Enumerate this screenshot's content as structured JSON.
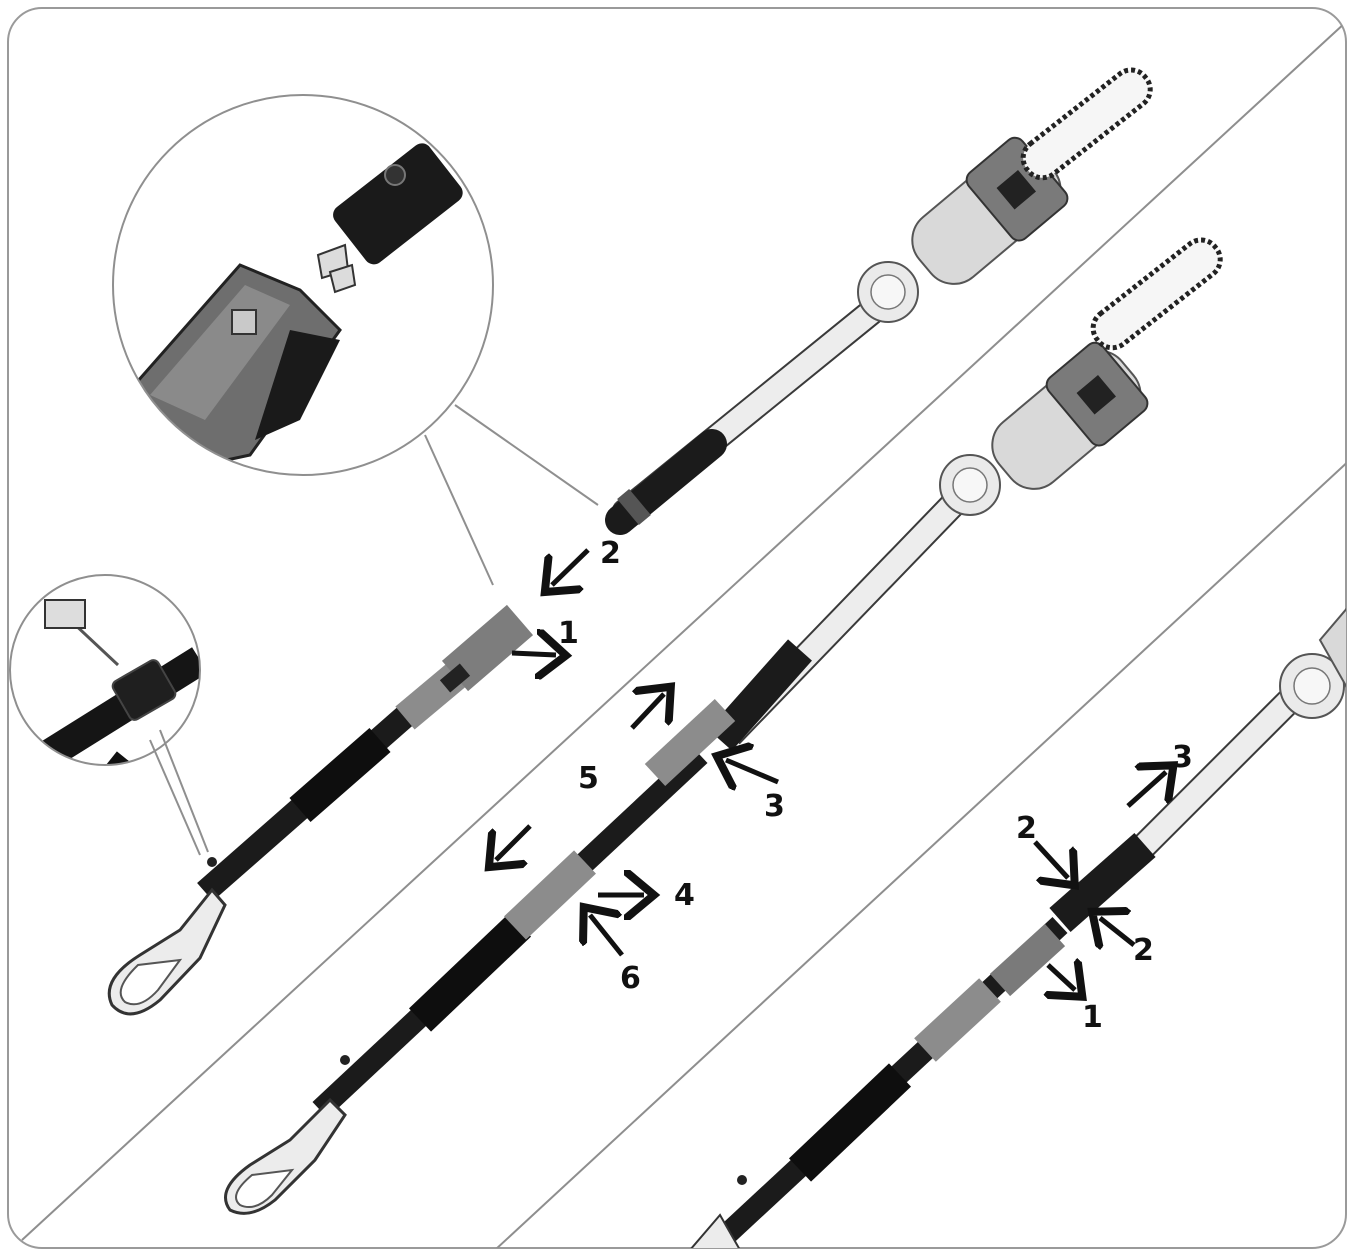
{
  "colors": {
    "frame": "#9a9a9a",
    "ink": "#111111",
    "pole_black": "#1b1b1b",
    "pole_silver": "#e9e9e9",
    "housing_light": "#d9d9d9",
    "housing_dark": "#7a7a7a",
    "clamp_grey": "#8c8c8c"
  },
  "panel1": {
    "labels": {
      "a": "2",
      "b": "1"
    },
    "detail_connector_icon": "battery-connector-detail",
    "detail_strap_icon": "shoulder-strap-hook-detail"
  },
  "panel2": {
    "labels": {
      "a": "5",
      "b": "3",
      "c": "4",
      "d": "6"
    }
  },
  "panel3": {
    "labels": {
      "a": "3",
      "b": "2",
      "c": "2",
      "d": "1"
    }
  }
}
